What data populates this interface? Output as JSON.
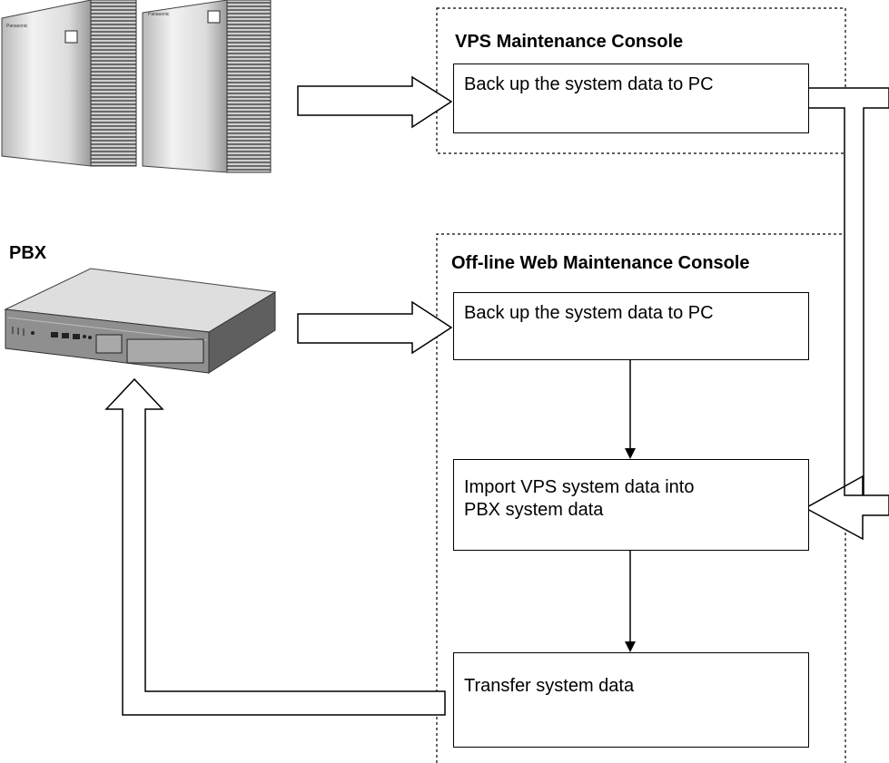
{
  "labels": {
    "pbx": "PBX",
    "vps_console": "VPS Maintenance Console",
    "offline_console": "Off-line Web Maintenance Console"
  },
  "steps": {
    "vps_backup": "Back up the system data to PC",
    "pbx_backup": "Back up the system data to PC",
    "import": "Import VPS system data into\nPBX system data",
    "transfer": "Transfer system data"
  },
  "device_brand": "Panasonic"
}
